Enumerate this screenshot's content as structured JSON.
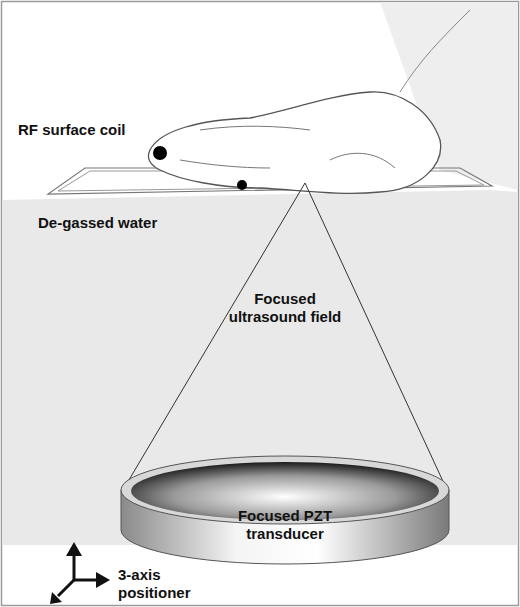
{
  "diagram": {
    "nodes": [
      {
        "text": [
          "Focused PZT transducer"
        ]
      }
    ],
    "labels": [
      "RF surface coil",
      "De-gassed water",
      "Focused ultrasound field",
      "3-axis positioner"
    ]
  }
}
